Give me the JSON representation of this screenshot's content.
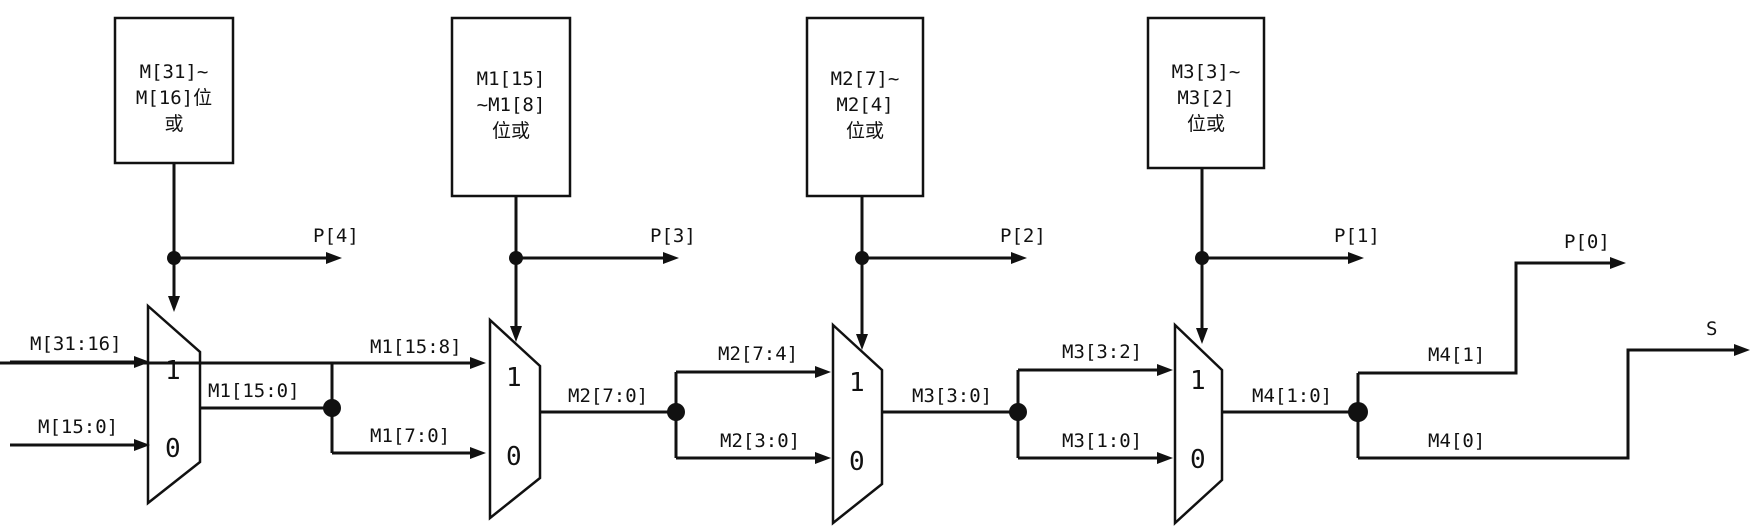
{
  "diagram": {
    "boxes": [
      {
        "lines": [
          "M[31]~",
          "M[16]位",
          "或"
        ]
      },
      {
        "lines": [
          "M1[15]",
          "~M1[8]",
          "位或"
        ]
      },
      {
        "lines": [
          "M2[7]~",
          "M2[4]",
          "位或"
        ]
      },
      {
        "lines": [
          "M3[3]~",
          "M3[2]",
          "位或"
        ]
      }
    ],
    "mux": {
      "in1": "1",
      "in0": "0"
    },
    "inputs": {
      "high": "M[31:16]",
      "low": "M[15:0]"
    },
    "p_outputs": [
      "P[4]",
      "P[3]",
      "P[2]",
      "P[1]",
      "P[0]"
    ],
    "mux_outputs": [
      "M1[15:0]",
      "M2[7:0]",
      "M3[3:0]",
      "M4[1:0]"
    ],
    "branches": [
      {
        "upper": "M1[15:8]",
        "lower": "M1[7:0]"
      },
      {
        "upper": "M2[7:4]",
        "lower": "M2[3:0]"
      },
      {
        "upper": "M3[3:2]",
        "lower": "M3[1:0]"
      },
      {
        "upper": "M4[1]",
        "lower": "M4[0]"
      }
    ],
    "s_output": "S"
  }
}
